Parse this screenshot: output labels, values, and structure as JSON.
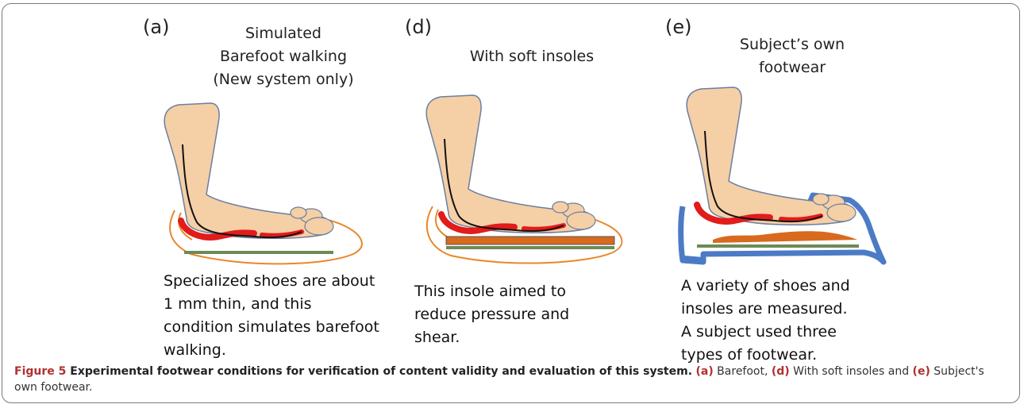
{
  "panels": [
    {
      "letter": "(a)",
      "title_lines": [
        "Simulated",
        "Barefoot walking",
        "(New system only)"
      ],
      "description_lines": [
        "Specialized shoes are about",
        "1 mm thin, and this",
        "condition simulates barefoot",
        "walking."
      ]
    },
    {
      "letter": "(d)",
      "title_lines": [
        "With soft insoles"
      ],
      "description_lines": [
        "This insole aimed to",
        "reduce pressure and",
        "shear."
      ]
    },
    {
      "letter": "(e)",
      "title_lines": [
        "Subject’s own",
        "footwear"
      ],
      "description_lines": [
        "A variety of shoes and",
        "insoles are measured.",
        "A subject used  three",
        "types of footwear."
      ]
    }
  ],
  "caption": {
    "label": "Figure 5",
    "title": " Experimental footwear conditions for verification of content validity and evaluation of this system.",
    "ref_a": "(a)",
    "text_a": " Barefoot, ",
    "ref_d": "(d)",
    "text_d": " With soft insoles and ",
    "ref_e": "(e)",
    "text_e": " Subject's own footwear."
  },
  "colors": {
    "skin": "#f5cfa6",
    "skin_outline": "#6a7fa0",
    "sensor_red": "#e21b1b",
    "outline_orange": "#e8882a",
    "base_green": "#6d8a56",
    "insole_orange": "#d86a1e",
    "shoe_blue": "#4c7bc6"
  }
}
